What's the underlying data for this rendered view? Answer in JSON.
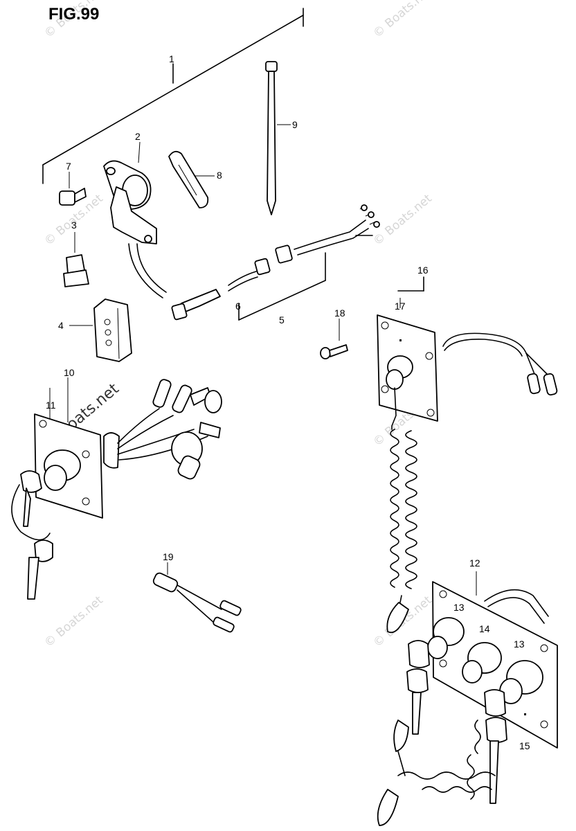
{
  "figure_title": "FIG.99",
  "watermark": "© Boats.net",
  "callouts": {
    "c1": "1",
    "c2": "2",
    "c3": "3",
    "c4": "4",
    "c5": "5",
    "c6": "6",
    "c7": "7",
    "c8": "8",
    "c9": "9",
    "c10": "10",
    "c11": "11",
    "c12": "12",
    "c13a": "13",
    "c13b": "13",
    "c14": "14",
    "c15": "15",
    "c16": "16",
    "c17": "17",
    "c18": "18",
    "c19": "19"
  }
}
